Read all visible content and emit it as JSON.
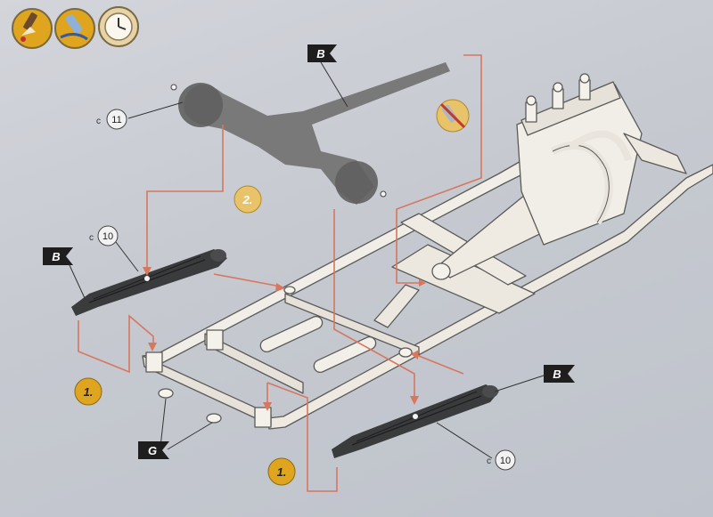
{
  "colors": {
    "background": "#c9ccd3",
    "guide_line": "#d6775e",
    "step_badge": "#e0a51f",
    "step_badge_faded": "#e8c36a",
    "part_flag": "#1e1e1e",
    "part_number_bg": "#f2f2f2",
    "chassis": "#eeeae2",
    "chassis_outline": "#5a5a58",
    "spring": "#3a3b3c",
    "axle": "#6d6d6d"
  },
  "header_icons": [
    {
      "name": "paint-brush-icon"
    },
    {
      "name": "glue-icon"
    },
    {
      "name": "clock-icon"
    }
  ],
  "steps": {
    "step_2": "2.",
    "step_1_left": "1.",
    "step_1_bottom": "1."
  },
  "parts": {
    "axle_number": "11",
    "left_spring_number": "10",
    "right_spring_number": "10",
    "prefix_c": "c"
  },
  "flags": {
    "axle_flag": "B",
    "left_spring_flag": "B",
    "right_spring_flag": "B",
    "bushing_flag": "G"
  },
  "icons": {
    "no_glue": "no-glue-icon"
  }
}
